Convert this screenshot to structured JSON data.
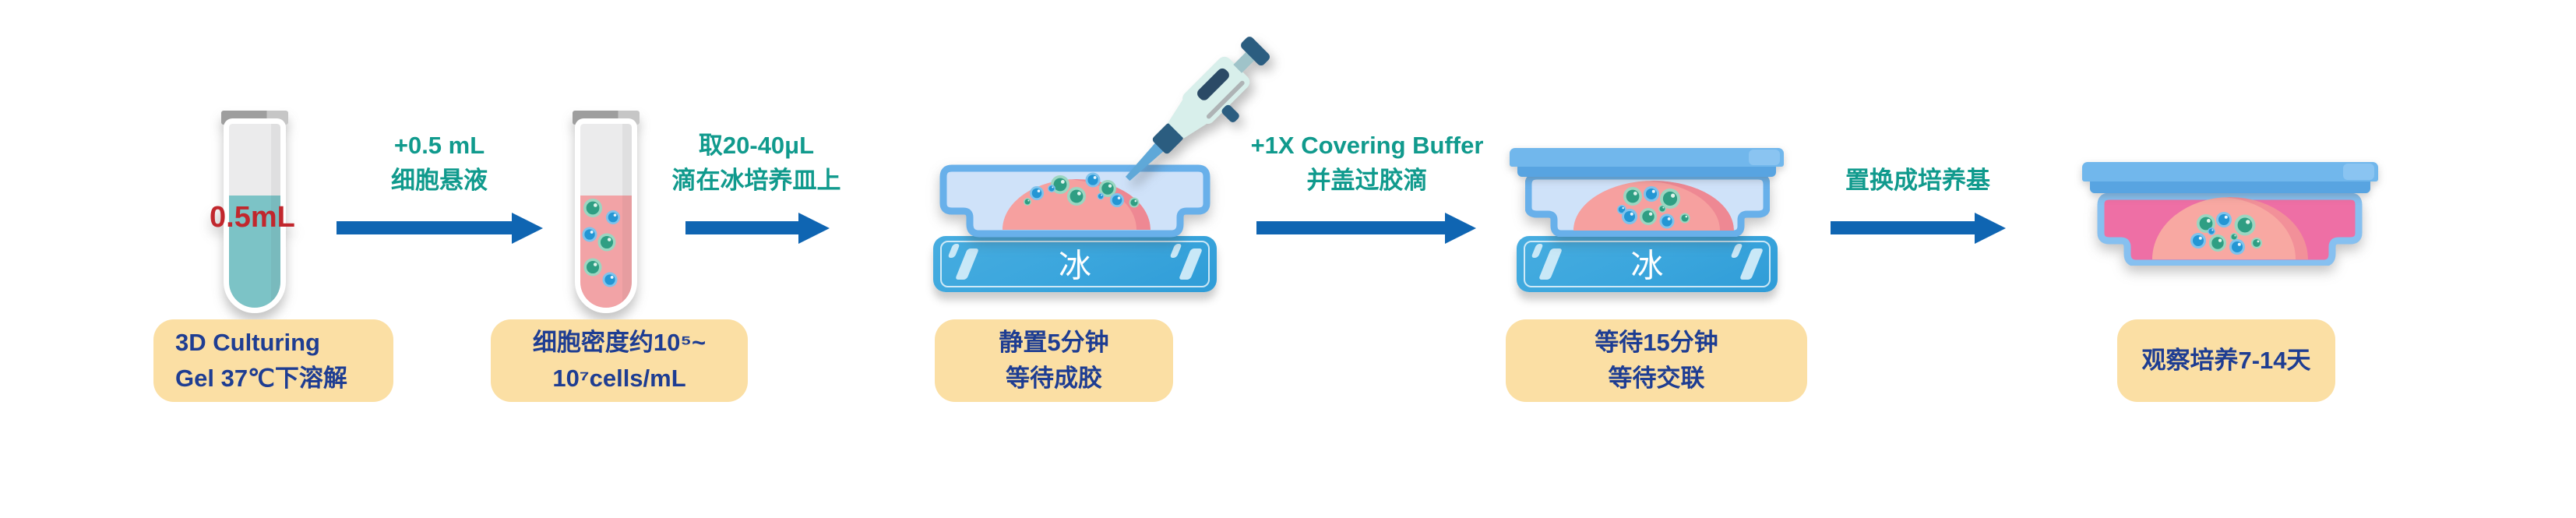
{
  "colors": {
    "arrow_blue": "#0f65b2",
    "step_text_teal": "#109a8d",
    "caption_text_navy": "#1e3d92",
    "caption_box_bg": "#fbdfa4",
    "volume_red": "#c1272d",
    "gel_teal": "#7cc3c6",
    "cell_suspension_pink": "#f2a3a6",
    "dish_outline_blue": "#68b0ea",
    "dish_interior_blue": "#cfe2f9",
    "gel_dome_pink": "#f6a09f",
    "ice_blue": "#3ba6dd",
    "medium_magenta": "#ee6fa5",
    "cell_green": "#2f9e83",
    "cell_blue": "#2496d4"
  },
  "ice_label": "冰",
  "steps": [
    {
      "volume": "0.5mL",
      "caption": [
        "3D Culturing",
        "Gel 37℃下溶解"
      ]
    },
    {
      "caption": [
        "细胞密度约10⁵~",
        "10⁷cells/mL"
      ]
    },
    {
      "caption": [
        "静置5分钟",
        "等待成胶"
      ]
    },
    {
      "caption": [
        "等待15分钟",
        "等待交联"
      ]
    },
    {
      "caption": [
        "观察培养7-14天"
      ]
    }
  ],
  "arrows": [
    {
      "lines": [
        "+0.5 mL",
        "细胞悬液"
      ]
    },
    {
      "lines": [
        "取20-40μL",
        "滴在冰培养皿上"
      ]
    },
    {
      "lines": [
        "+1X Covering Buffer",
        "并盖过胶滴"
      ]
    },
    {
      "lines": [
        "置换成培养基"
      ]
    }
  ]
}
